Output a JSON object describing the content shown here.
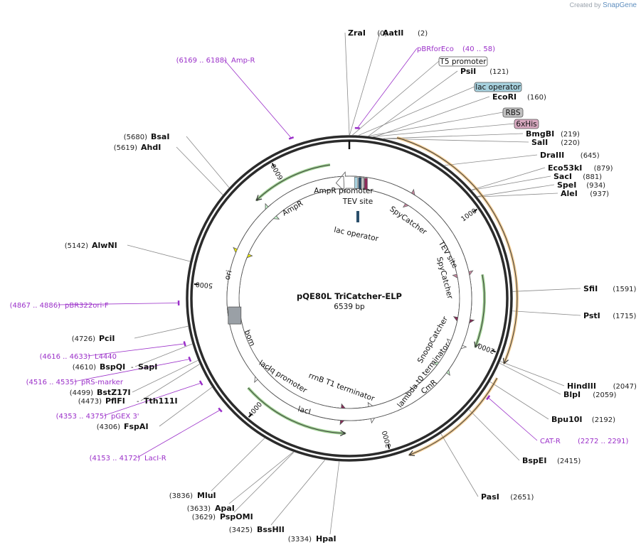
{
  "credit": {
    "prefix": "Created by",
    "brand": "SnapGene"
  },
  "plasmid": {
    "name": "pQE80L TriCatcher-ELP",
    "length": "6539 bp"
  },
  "ticks": [
    "1000",
    "2000",
    "3000",
    "4000",
    "5000",
    "6000"
  ],
  "sites_right": [
    {
      "name": "ZraI",
      "pos": "(0)"
    },
    {
      "name": "AatII",
      "pos": "(2)"
    },
    {
      "name": "PsiI",
      "pos": "(121)"
    },
    {
      "name": "EcoRI",
      "pos": "(160)"
    },
    {
      "name": "BmgBI",
      "pos": "(219)"
    },
    {
      "name": "SalI",
      "pos": "(220)"
    },
    {
      "name": "DraIII",
      "pos": "(645)"
    },
    {
      "name": "Eco53kI",
      "pos": "(879)"
    },
    {
      "name": "SacI",
      "pos": "(881)"
    },
    {
      "name": "SpeI",
      "pos": "(934)"
    },
    {
      "name": "AleI",
      "pos": "(937)"
    },
    {
      "name": "SfiI",
      "pos": "(1591)"
    },
    {
      "name": "PstI",
      "pos": "(1715)"
    },
    {
      "name": "HindIII",
      "pos": "(2047)"
    },
    {
      "name": "BlpI",
      "pos": "(2059)"
    },
    {
      "name": "Bpu10I",
      "pos": "(2192)"
    },
    {
      "name": "BspEI",
      "pos": "(2415)"
    },
    {
      "name": "PasI",
      "pos": "(2651)"
    }
  ],
  "sites_bottom": [
    {
      "name": "HpaI",
      "pos": "(3334)"
    },
    {
      "name": "BssHII",
      "pos": "(3425)"
    },
    {
      "name": "PspOMI",
      "pos": "(3629)"
    },
    {
      "name": "ApaI",
      "pos": "(3633)"
    },
    {
      "name": "MluI",
      "pos": "(3836)"
    }
  ],
  "sites_left": [
    {
      "name": "FspAI",
      "pos": "(4306)"
    },
    {
      "name": "Tth111I",
      "pos": "(4473)",
      "pair": "PflFI",
      "sep": "-"
    },
    {
      "name": "BstZ17I",
      "pos": "(4499)"
    },
    {
      "name": "SapI",
      "pos": "(4610)",
      "pair": "BspQI",
      "sep": "-"
    },
    {
      "name": "PciI",
      "pos": "(4726)"
    },
    {
      "name": "AlwNI",
      "pos": "(5142)"
    },
    {
      "name": "AhdI",
      "pos": "(5619)"
    },
    {
      "name": "BsaI",
      "pos": "(5680)"
    }
  ],
  "primers": [
    {
      "name": "Amp-R",
      "range": "(6169 .. 6188)"
    },
    {
      "name": "pBRforEco",
      "range": "(40 .. 58)"
    },
    {
      "name": "pBR322ori-F",
      "range": "(4867 .. 4886)"
    },
    {
      "name": "L4440",
      "range": "(4616 .. 4633)"
    },
    {
      "name": "pRS-marker",
      "range": "(4516 .. 4535)"
    },
    {
      "name": "pGEX 3'",
      "range": "(4353 .. 4375)"
    },
    {
      "name": "LacI-R",
      "range": "(4153 .. 4172)"
    },
    {
      "name": "CAT-R",
      "range": "(2272 .. 2291)"
    }
  ],
  "boxed_labels": [
    {
      "name": "T5 promoter",
      "color": "#ffffff"
    },
    {
      "name": "lac operator",
      "color": "#a7d1de"
    },
    {
      "name": "RBS",
      "color": "#c0c0c0"
    },
    {
      "name": "6xHis",
      "color": "#d8a9c0"
    }
  ],
  "features": {
    "spycatcher1": "SpyCatcher",
    "tev1": "TEV site",
    "tev2": "TEV site",
    "spycatcher2": "SpyCatcher",
    "snoopcatcher": "SnoopCatcher",
    "lambda": "lambda t0 terminator",
    "cmr": "CmR",
    "rrnb": "rrnB T1 terminator",
    "laci": "lacI",
    "lacIq": "lacIq promoter",
    "bom": "bom",
    "ori": "ori",
    "ampR": "AmpR",
    "ampRprom": "AmpR promoter",
    "lacop": "lac operator"
  },
  "colors": {
    "spycatcher": "#c9859f",
    "laci": "#8c2a5a",
    "snoop": "#8c2a5a",
    "amp": "#c7f5cc",
    "ori": "#f2ee00",
    "orange": "#e8a33c",
    "green": "#4caa35",
    "primer": "#9b30c9",
    "backbone": "#2b2b2b"
  }
}
